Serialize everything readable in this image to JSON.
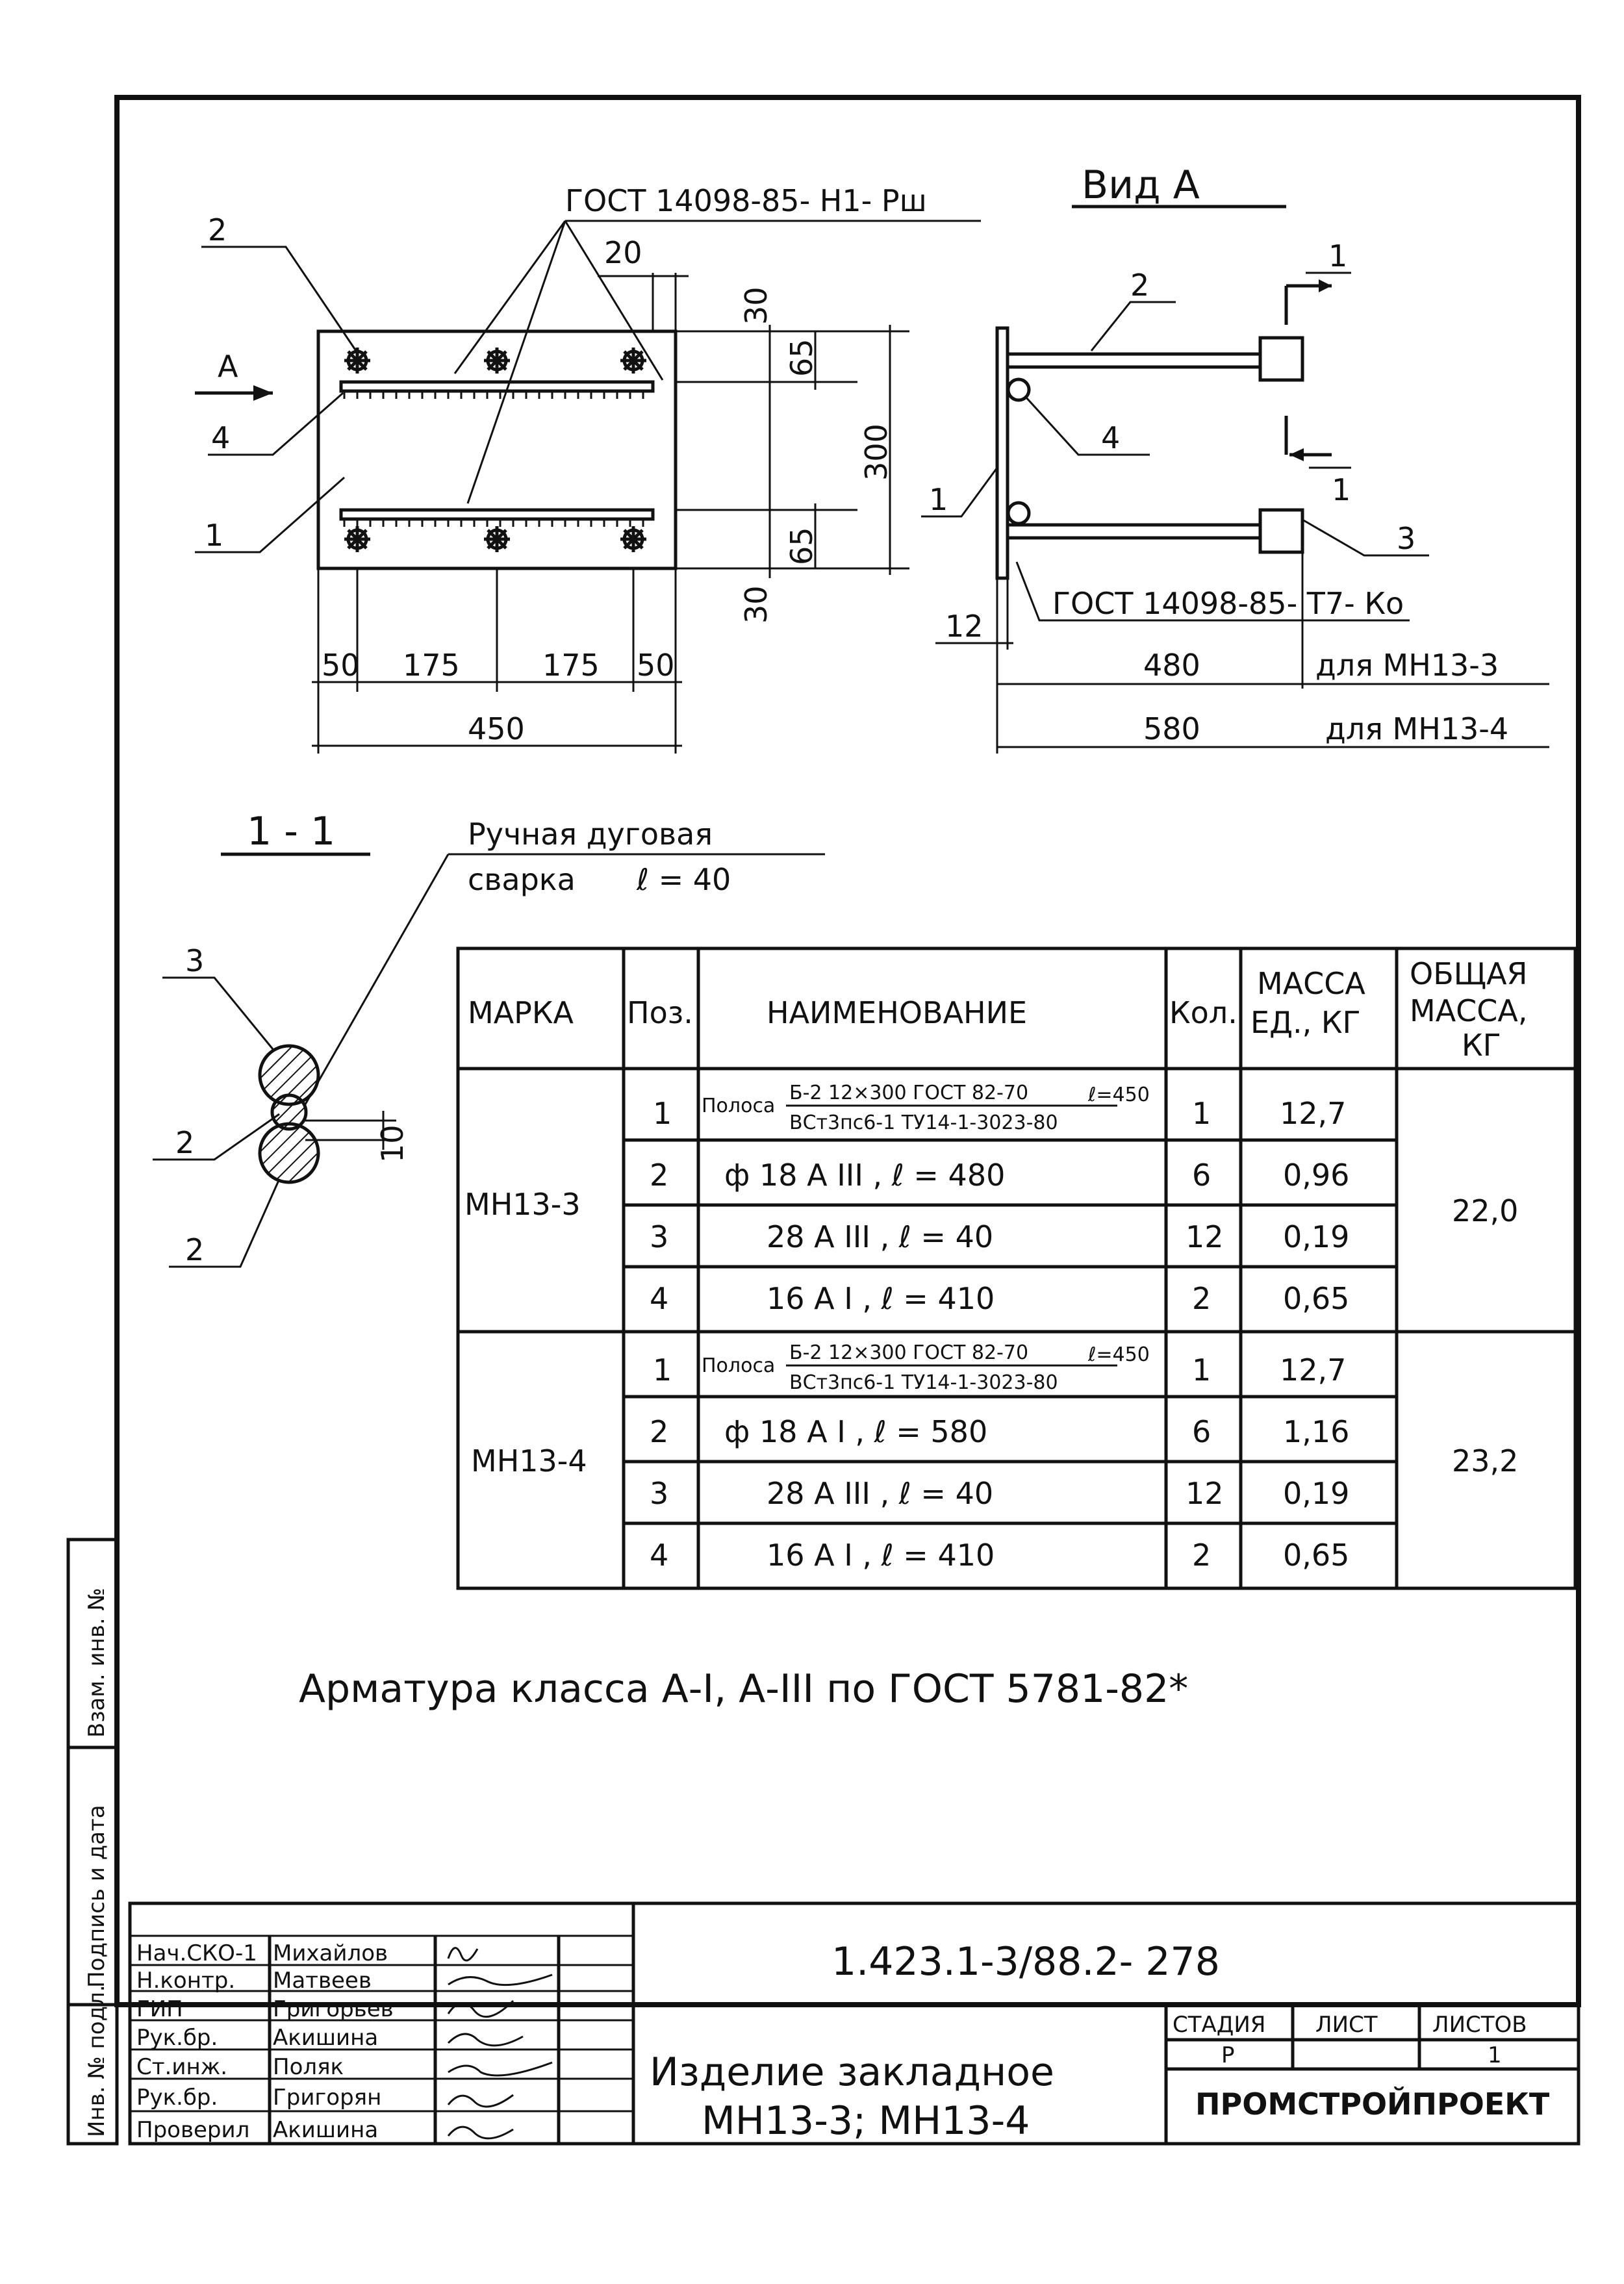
{
  "view_a": {
    "title": "Вид А",
    "gost_top": "ГОСТ 14098-85- Н1- Рш",
    "gost_bottom": "ГОСТ 14098-85- Т7- Ко",
    "section_mark": "1",
    "pos1": "1",
    "pos2": "2",
    "pos3": "3",
    "pos4": "4",
    "dim_12": "12",
    "dim_480": "480",
    "dim_580": "580",
    "for_mn3": "для МН13-3",
    "for_mn4": "для МН13-4"
  },
  "plan": {
    "arrow_label": "А",
    "pos1": "1",
    "pos2": "2",
    "pos4": "4",
    "dim_20": "20",
    "dim_30_top": "30",
    "dim_65_top": "65",
    "dim_300": "300",
    "dim_65_bottom": "65",
    "dim_30_bottom": "30",
    "dim_50_left": "50",
    "dim_175_a": "175",
    "dim_175_b": "175",
    "dim_50_right": "50",
    "dim_450": "450"
  },
  "section": {
    "title": "1 - 1",
    "weld_line1": "Ручная дуговая",
    "weld_line2": "сварка",
    "weld_length": "ℓ = 40",
    "pos3": "3",
    "pos2_a": "2",
    "pos2_b": "2",
    "dim_10": "10"
  },
  "table": {
    "headers": {
      "mark": "МАРКА",
      "pos": "Поз.",
      "name": "НАИМЕНОВАНИЕ",
      "qty": "Кол.",
      "unit_mass_1": "МАССА",
      "unit_mass_2": "ЕД., КГ",
      "total_1": "ОБЩАЯ",
      "total_2": "МАССА,",
      "total_3": "КГ"
    },
    "groups": [
      {
        "mark": "МН13-3",
        "total": "22,0",
        "rows": [
          {
            "pos": "1",
            "prefix": "Полоса",
            "num": "Б-2 12×300 ГОСТ 82-70",
            "den": "ВСт3пс6-1 ТУ14-1-3023-80",
            "len": "ℓ=450",
            "qty": "1",
            "mass": "12,7"
          },
          {
            "pos": "2",
            "name": "ф 18 А III , ℓ = 480",
            "qty": "6",
            "mass": "0,96"
          },
          {
            "pos": "3",
            "name": "28 А III , ℓ = 40",
            "qty": "12",
            "mass": "0,19"
          },
          {
            "pos": "4",
            "name": "16 А I , ℓ = 410",
            "qty": "2",
            "mass": "0,65"
          }
        ]
      },
      {
        "mark": "МН13-4",
        "total": "23,2",
        "rows": [
          {
            "pos": "1",
            "prefix": "Полоса",
            "num": "Б-2 12×300 ГОСТ 82-70",
            "den": "ВСт3пс6-1 ТУ14-1-3023-80",
            "len": "ℓ=450",
            "qty": "1",
            "mass": "12,7"
          },
          {
            "pos": "2",
            "name": "ф 18 А I , ℓ = 580",
            "qty": "6",
            "mass": "1,16"
          },
          {
            "pos": "3",
            "name": "28 А III , ℓ = 40",
            "qty": "12",
            "mass": "0,19"
          },
          {
            "pos": "4",
            "name": "16 А I , ℓ = 410",
            "qty": "2",
            "mass": "0,65"
          }
        ]
      }
    ]
  },
  "note": "Арматура класса А-I, А-III по ГОСТ 5781-82*",
  "side_labels": {
    "inv_orig": "Инв. № подл.",
    "sign_date": "Подпись и дата",
    "inv_repl": "Взам. инв. №"
  },
  "title_block": {
    "doc_code": "1.423.1-3/88.2- 278",
    "product_line1": "Изделие закладное",
    "product_line2": "МН13-3; МН13-4",
    "stage_label": "СТАДИЯ",
    "sheet_label": "ЛИСТ",
    "sheets_label": "ЛИСТОВ",
    "stage": "Р",
    "sheet": "",
    "sheets": "1",
    "org": "ПРОМСТРОЙПРОЕКТ",
    "staff": [
      {
        "role": "Нач.СКО-1",
        "name": "Михайлов"
      },
      {
        "role": "Н.контр.",
        "name": "Матвеев"
      },
      {
        "role": "ГИП",
        "name": "Григорьев"
      },
      {
        "role": "Рук.бр.",
        "name": "Акишина"
      },
      {
        "role": "Ст.инж.",
        "name": "Поляк"
      },
      {
        "role": "Рук.бр.",
        "name": "Григорян"
      },
      {
        "role": "Проверил",
        "name": "Акишина"
      }
    ]
  }
}
